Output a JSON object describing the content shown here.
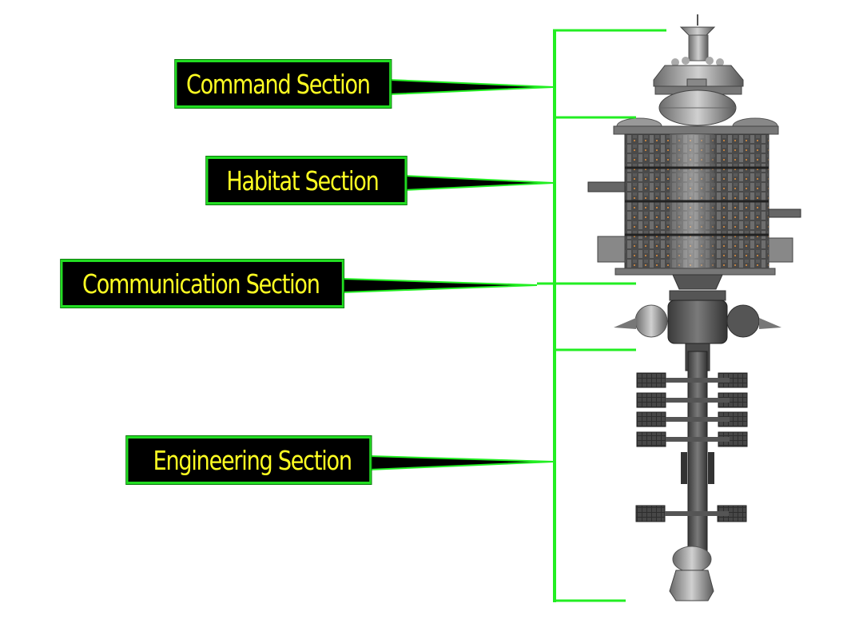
{
  "diagram": {
    "subject": "space-station",
    "colors": {
      "label_bg": "#000000",
      "label_text": "#ffff22",
      "line_green": "#22ee22",
      "hull_light": "#c8c8c8",
      "hull_mid": "#8a8a8a",
      "hull_dark": "#3c3c3c",
      "accent_orange": "#c08040"
    },
    "sections": [
      {
        "id": "command",
        "label": "Command Section"
      },
      {
        "id": "habitat",
        "label": "Habitat Section"
      },
      {
        "id": "communication",
        "label": "Communication Section"
      },
      {
        "id": "engineering",
        "label": "Engineering Section"
      }
    ]
  }
}
